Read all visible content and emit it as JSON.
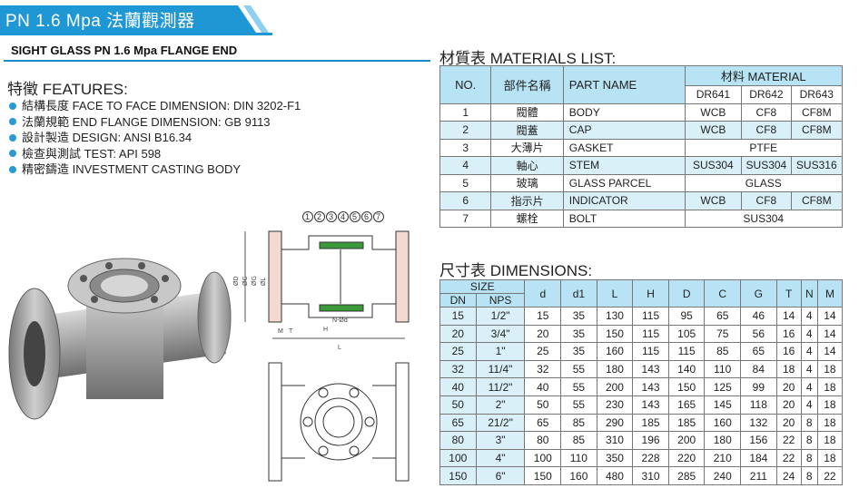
{
  "header": {
    "title": "PN 1.6 Mpa 法蘭觀測器",
    "subtitle": "SIGHT GLASS  PN 1.6 Mpa FLANGE END"
  },
  "features": {
    "title": "特徵  FEATURES:",
    "items": [
      "結構長度  FACE TO FACE DIMENSION: DIN 3202-F1",
      "法蘭規範  END FLANGE DIMENSION: GB 9113",
      "設計製造  DESIGN: ANSI B16.34",
      "檢查與測試  TEST: API 598",
      "精密鑄造  INVESTMENT CASTING BODY"
    ]
  },
  "drawing": {
    "balloons": [
      "1",
      "2",
      "3",
      "4",
      "5",
      "6",
      "7"
    ],
    "dims": [
      "ØD",
      "ØC",
      "ØG",
      "ØL",
      "M",
      "T",
      "H",
      "L",
      "N-Ød"
    ]
  },
  "materials": {
    "title": "材質表  MATERIALS LIST:",
    "headers": {
      "no": "NO.",
      "part_cn": "部件名稱",
      "part_en": "PART NAME",
      "material": "材料  MATERIAL",
      "dr641": "DR641",
      "dr642": "DR642",
      "dr643": "DR643"
    },
    "rows": [
      {
        "no": "1",
        "cn": "閥體",
        "en": "BODY",
        "m1": "WCB",
        "m2": "CF8",
        "m3": "CF8M"
      },
      {
        "no": "2",
        "cn": "閥蓋",
        "en": "CAP",
        "m1": "WCB",
        "m2": "CF8",
        "m3": "CF8M"
      },
      {
        "no": "3",
        "cn": "大薄片",
        "en": "GASKET",
        "span": "PTFE"
      },
      {
        "no": "4",
        "cn": "軸心",
        "en": "STEM",
        "m1": "SUS304",
        "m2": "SUS304",
        "m3": "SUS316"
      },
      {
        "no": "5",
        "cn": "玻璃",
        "en": "GLASS PARCEL",
        "span": "GLASS"
      },
      {
        "no": "6",
        "cn": "指示片",
        "en": "INDICATOR",
        "m1": "WCB",
        "m2": "CF8",
        "m3": "CF8M"
      },
      {
        "no": "7",
        "cn": "螺栓",
        "en": "BOLT",
        "span": "SUS304"
      }
    ]
  },
  "dimensions": {
    "title": "尺寸表  DIMENSIONS:",
    "headers": {
      "size": "SIZE",
      "dn": "DN",
      "nps": "NPS",
      "cols": [
        "d",
        "d1",
        "L",
        "H",
        "D",
        "C",
        "G",
        "T",
        "N",
        "M"
      ]
    },
    "rows": [
      [
        "15",
        "1/2\"",
        "15",
        "35",
        "130",
        "115",
        "95",
        "65",
        "46",
        "14",
        "4",
        "14"
      ],
      [
        "20",
        "3/4\"",
        "20",
        "35",
        "150",
        "115",
        "105",
        "75",
        "56",
        "16",
        "4",
        "14"
      ],
      [
        "25",
        "1\"",
        "25",
        "35",
        "160",
        "115",
        "115",
        "85",
        "65",
        "16",
        "4",
        "14"
      ],
      [
        "32",
        "11/4\"",
        "32",
        "55",
        "180",
        "143",
        "140",
        "110",
        "84",
        "18",
        "4",
        "18"
      ],
      [
        "40",
        "11/2\"",
        "40",
        "55",
        "200",
        "143",
        "150",
        "125",
        "99",
        "20",
        "4",
        "18"
      ],
      [
        "50",
        "2\"",
        "50",
        "55",
        "230",
        "143",
        "165",
        "145",
        "118",
        "20",
        "4",
        "18"
      ],
      [
        "65",
        "21/2\"",
        "65",
        "85",
        "290",
        "185",
        "185",
        "160",
        "132",
        "20",
        "8",
        "18"
      ],
      [
        "80",
        "3\"",
        "80",
        "85",
        "310",
        "196",
        "200",
        "180",
        "156",
        "22",
        "8",
        "18"
      ],
      [
        "100",
        "4\"",
        "100",
        "110",
        "350",
        "228",
        "220",
        "210",
        "184",
        "22",
        "8",
        "18"
      ],
      [
        "150",
        "6\"",
        "150",
        "160",
        "480",
        "310",
        "285",
        "240",
        "211",
        "24",
        "8",
        "22"
      ]
    ]
  }
}
